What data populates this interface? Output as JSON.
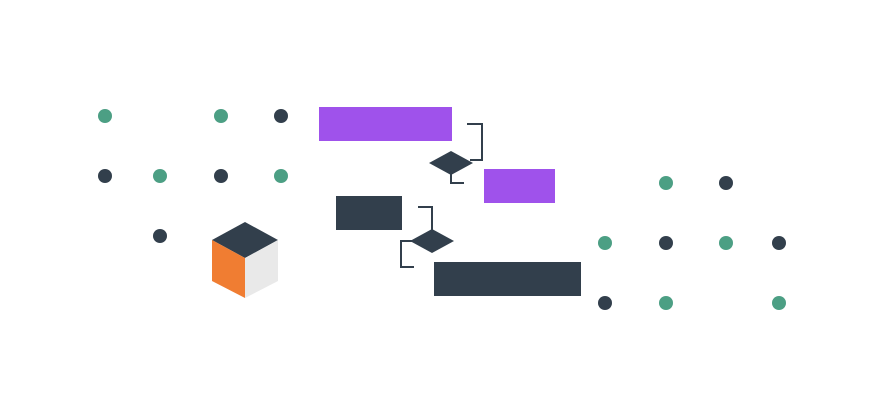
{
  "colors": {
    "green": "#4c9f84",
    "navy": "#323f4c",
    "purple": "#9f52eb",
    "orange": "#f07d32",
    "cube_side": "#e9e9e9",
    "background": "#ffffff"
  },
  "left_dot_grid": [
    [
      "green",
      null,
      "green",
      "navy"
    ],
    [
      "navy",
      "green",
      "navy",
      "green"
    ],
    [
      null,
      "navy",
      null,
      null
    ]
  ],
  "right_dot_grid": [
    [
      null,
      "green",
      "navy",
      null
    ],
    [
      "green",
      "navy",
      "green",
      "navy"
    ],
    [
      "navy",
      "green",
      null,
      "green"
    ]
  ],
  "flow_bars": [
    {
      "id": "bar-top",
      "color": "purple"
    },
    {
      "id": "bar-upper-right",
      "color": "purple"
    },
    {
      "id": "bar-middle",
      "color": "navy"
    },
    {
      "id": "bar-bottom",
      "color": "navy"
    }
  ],
  "decision_diamonds": [
    {
      "id": "diamond-upper",
      "color": "navy"
    },
    {
      "id": "diamond-lower",
      "color": "navy"
    }
  ],
  "icons": {
    "cube": "cube-icon"
  }
}
